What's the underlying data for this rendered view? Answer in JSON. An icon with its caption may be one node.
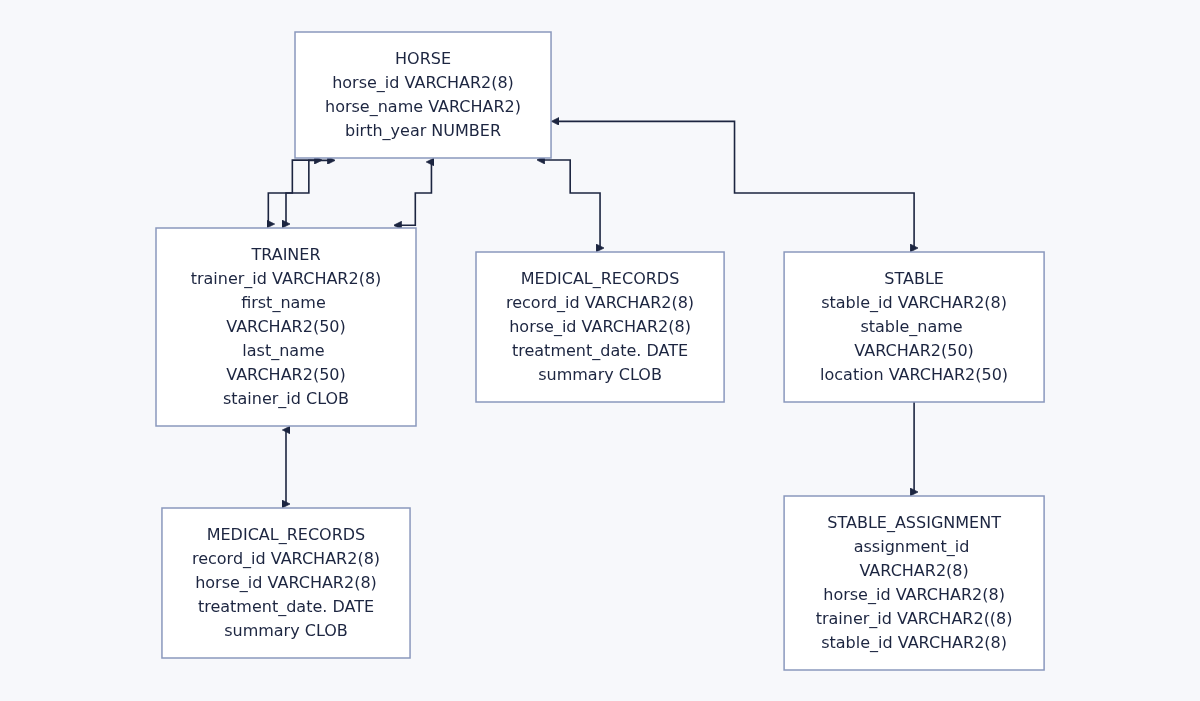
{
  "diagram": {
    "nodes": [
      {
        "text": [
          "HORSE",
          "horse_id VARCHAR2(8)",
          "horse_name VARCHAR2)",
          "birth_year NUMBER"
        ]
      },
      {
        "text": [
          "TRAINER",
          "trainer_id VARCHAR2(8)",
          "first_name VARCHAR2(50)",
          "last_name VARCHAR2(50)",
          "stainer_id CLOB"
        ]
      },
      {
        "text": [
          "MEDICAL_RECORDS",
          "record_id VARCHAR2(8)",
          "horse_id VARCHAR2(8)",
          "treatment_date. DATE",
          "summary CLOB"
        ]
      },
      {
        "text": [
          "MEDICAL_RECORDS",
          "record_id VARCHAR2(8)",
          "horse_id VARCHAR2(8)",
          "treatment_date. DATE",
          "summary CLOB"
        ]
      },
      {
        "text": [
          "STABLE_ASSIGNMENT",
          "assignment_id VARCHAR2(8)",
          "horse_id VARCHAR2(8)",
          "trainer_id VARCHAR2((8)",
          "stable_id VARCHAR2(8)"
        ]
      },
      {
        "text": [
          "STABLE",
          "stable_id VARCHAR2(8)",
          "stable_name VARCHAR2(50)",
          "location VARCHAR2(50)"
        ]
      }
    ],
    "edges": [
      {
        "from": 0,
        "to": 1,
        "arrow": "both"
      },
      {
        "from": 0,
        "to": 1,
        "arrow": "both"
      },
      {
        "from": 0,
        "to": 3,
        "arrow": "both"
      },
      {
        "from": 0,
        "to": 5,
        "arrow": "both"
      },
      {
        "from": 0,
        "to": 1,
        "arrow": "both"
      },
      {
        "from": 1,
        "to": 2,
        "arrow": "both"
      },
      {
        "from": 5,
        "to": 4,
        "arrow": "to"
      }
    ]
  }
}
